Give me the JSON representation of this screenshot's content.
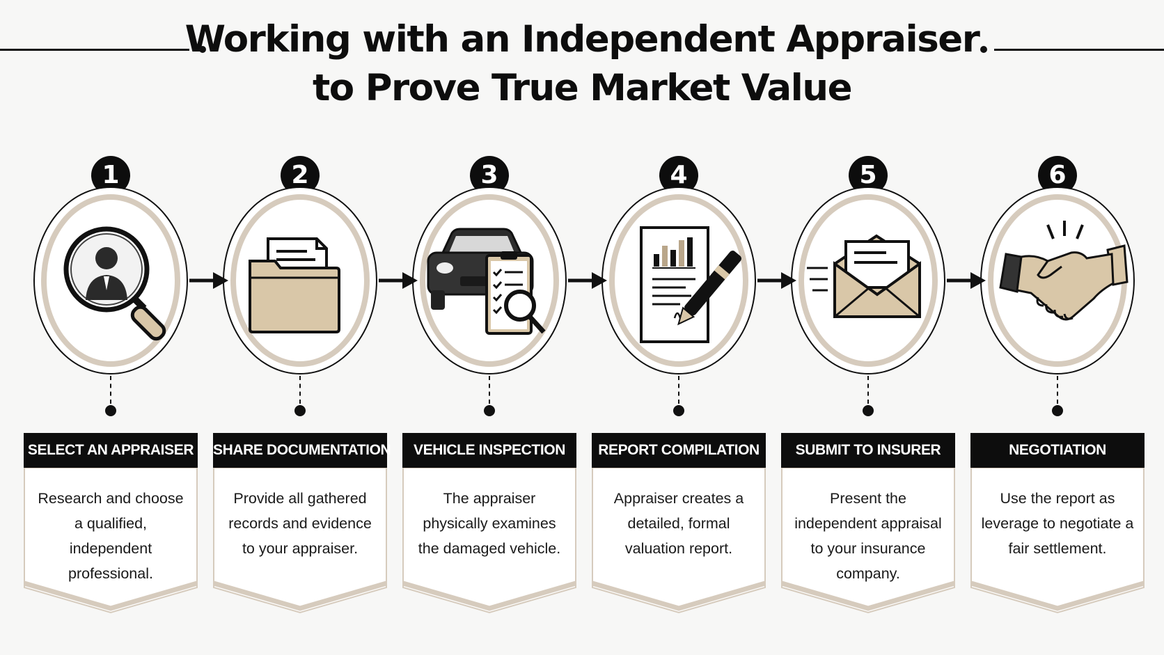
{
  "title": {
    "line1": "Working with an Independent Appraiser",
    "line2": "to Prove True Market Value"
  },
  "palette": {
    "accent": "#d6cbbd",
    "tan": "#d9c7a8",
    "dark": "#111111",
    "background": "#f7f7f6"
  },
  "steps": [
    {
      "number": "1",
      "title": "SELECT AN APPRAISER",
      "description": "Research and choose a qualified, independent professional.",
      "icon": "person-magnifier-icon"
    },
    {
      "number": "2",
      "title": "SHARE DOCUMENTATION",
      "description": "Provide all gathered records and evidence to your appraiser.",
      "icon": "folder-document-icon"
    },
    {
      "number": "3",
      "title": "VEHICLE INSPECTION",
      "description": "The appraiser physically examines the damaged vehicle.",
      "icon": "car-checklist-icon"
    },
    {
      "number": "4",
      "title": "REPORT COMPILATION",
      "description": "Appraiser creates a detailed, formal valuation report.",
      "icon": "report-pen-icon"
    },
    {
      "number": "5",
      "title": "SUBMIT TO INSURER",
      "description": "Present the independent appraisal to your insurance company.",
      "icon": "envelope-send-icon"
    },
    {
      "number": "6",
      "title": "NEGOTIATION",
      "description": "Use the report as leverage to negotiate a fair settlement.",
      "icon": "handshake-icon"
    }
  ]
}
